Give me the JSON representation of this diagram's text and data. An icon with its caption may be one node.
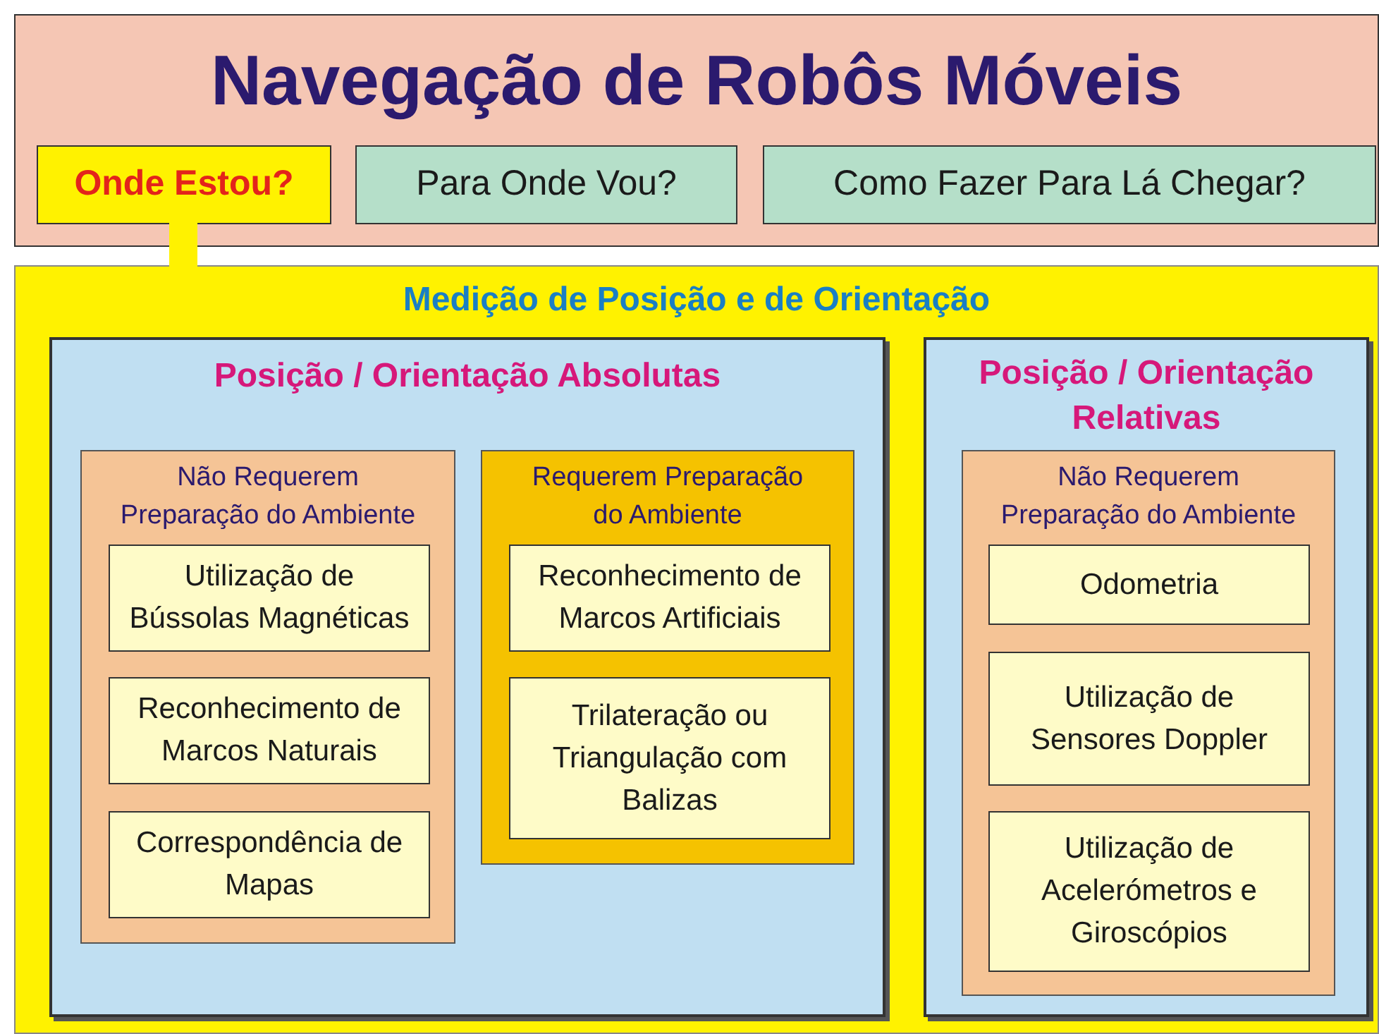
{
  "diagram": {
    "nodes": [
      {
        "text": [
          "Navegação de Robôs Móveis"
        ]
      },
      {
        "text": [
          "Onde Estou?"
        ],
        "in": 0
      },
      {
        "text": [
          "Para Onde Vou?"
        ],
        "in": 0
      },
      {
        "text": [
          "Como Fazer Para Lá Chegar?"
        ],
        "in": 0
      },
      {
        "text": [
          "Medição de Posição e de Orientação"
        ]
      },
      {
        "text": [
          "Posição / Orientação Absolutas"
        ],
        "in": 4
      },
      {
        "text": [
          "Não Requerem Preparação do Ambiente"
        ],
        "in": 5
      },
      {
        "text": [
          "Utilização de Bússolas Magnéticas"
        ],
        "in": 6
      },
      {
        "text": [
          "Reconhecimento de Marcos Naturais"
        ],
        "in": 6
      },
      {
        "text": [
          "Correspondência de Mapas"
        ],
        "in": 6
      },
      {
        "text": [
          "Requerem Preparação do Ambiente"
        ],
        "in": 5
      },
      {
        "text": [
          "Reconhecimento de Marcos Artificiais"
        ],
        "in": 10
      },
      {
        "text": [
          "Trilateração ou Triangulação com Balizas"
        ],
        "in": 10
      },
      {
        "text": [
          "Posição / Orientação Relativas"
        ],
        "in": 4
      },
      {
        "text": [
          "Não Requerem Preparação do Ambiente"
        ],
        "in": 13
      },
      {
        "text": [
          "Odometria"
        ],
        "in": 14
      },
      {
        "text": [
          "Utilização de Sensores Doppler"
        ],
        "in": 14
      },
      {
        "text": [
          "Utilização de Acelerómetros e Giroscópios"
        ],
        "in": 14
      }
    ],
    "edges": [
      {
        "from": 1,
        "to": 4,
        "arrow": "none"
      }
    ]
  }
}
